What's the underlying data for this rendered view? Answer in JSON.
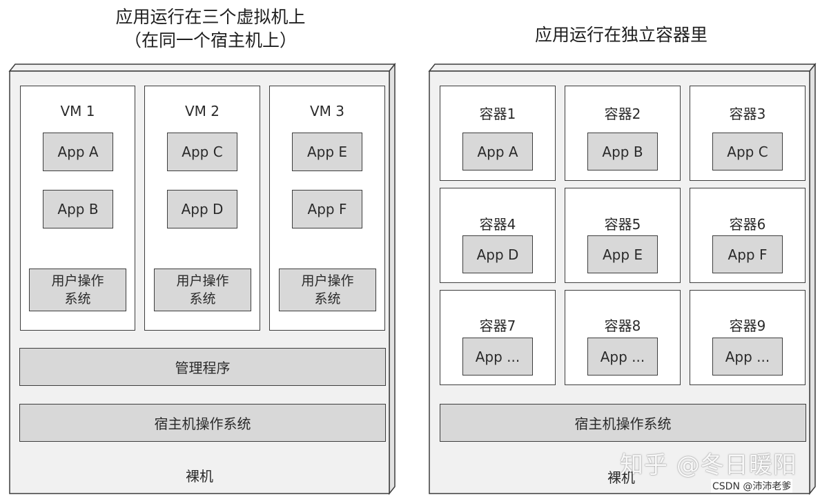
{
  "left": {
    "title_line1": "应用运行在三个虚拟机上",
    "title_line2": "（在同一个宿主机上）",
    "vms": [
      {
        "name": "VM 1",
        "apps": [
          "App A",
          "App B"
        ],
        "os_line1": "用户操作",
        "os_line2": "系统"
      },
      {
        "name": "VM 2",
        "apps": [
          "App C",
          "App D"
        ],
        "os_line1": "用户操作",
        "os_line2": "系统"
      },
      {
        "name": "VM 3",
        "apps": [
          "App E",
          "App F"
        ],
        "os_line1": "用户操作",
        "os_line2": "系统"
      }
    ],
    "hypervisor": "管理程序",
    "host_os": "宿主机操作系统",
    "bare_metal": "裸机"
  },
  "right": {
    "title": "应用运行在独立容器里",
    "containers": [
      {
        "name": "容器1",
        "app": "App A"
      },
      {
        "name": "容器2",
        "app": "App B"
      },
      {
        "name": "容器3",
        "app": "App C"
      },
      {
        "name": "容器4",
        "app": "App D"
      },
      {
        "name": "容器5",
        "app": "App E"
      },
      {
        "name": "容器6",
        "app": "App F"
      },
      {
        "name": "容器7",
        "app": "App ..."
      },
      {
        "name": "容器8",
        "app": "App ..."
      },
      {
        "name": "容器9",
        "app": "App ..."
      }
    ],
    "host_os": "宿主机操作系统",
    "bare_metal": "裸机"
  },
  "watermarks": {
    "zhihu": "知乎 @冬日暖阳",
    "csdn": "CSDN @沛沛老爹"
  }
}
